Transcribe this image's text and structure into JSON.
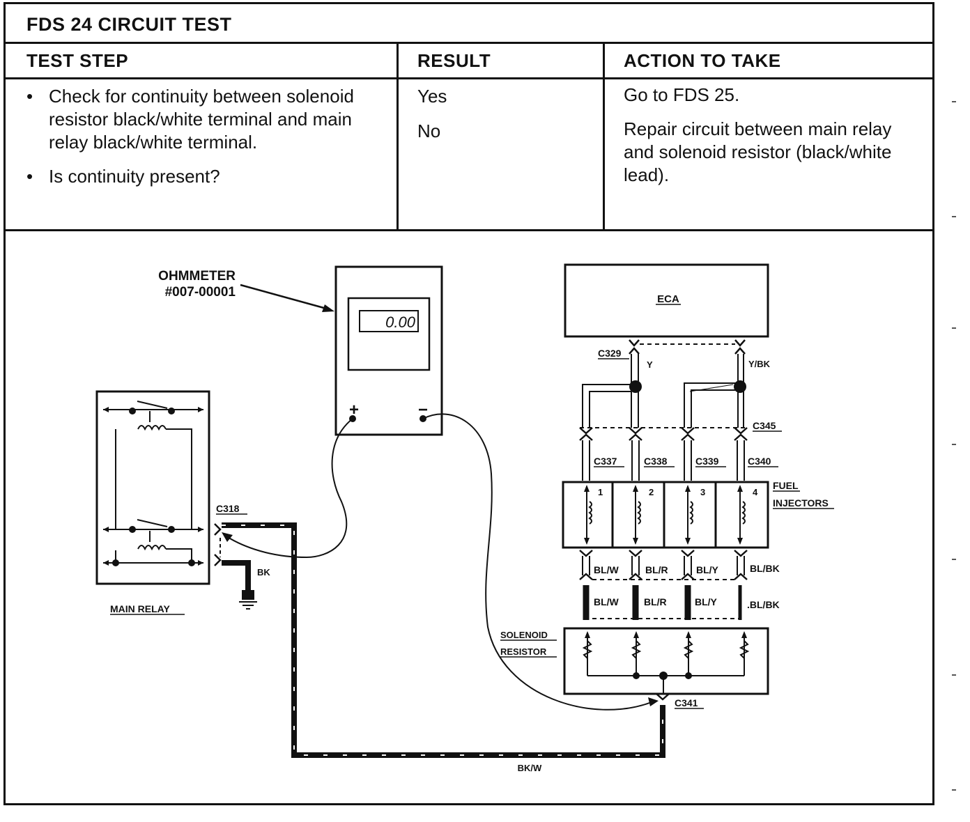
{
  "title": "FDS 24   CIRCUIT TEST",
  "columns": [
    "TEST STEP",
    "RESULT",
    "ACTION TO TAKE"
  ],
  "test_steps": [
    "Check for continuity between solenoid resistor black/white terminal and main relay black/white terminal.",
    "Is continuity present?"
  ],
  "results": [
    "Yes",
    "No"
  ],
  "actions": [
    "Go to FDS 25.",
    "Repair circuit between main relay and solenoid resistor (black/white lead)."
  ],
  "diagram": {
    "ohmmeter_label": "OHMMETER",
    "ohmmeter_part": "#007-00001",
    "meter_display": "0.00",
    "meter_plus": "+",
    "meter_minus": "−",
    "eca_label": "ECA",
    "main_relay_label": "MAIN RELAY",
    "fuel_injectors_label_1": "FUEL",
    "fuel_injectors_label_2": "INJECTORS",
    "solenoid_resistor_label_1": "SOLENOID",
    "solenoid_resistor_label_2": "RESISTOR",
    "connectors": {
      "c329": "C329",
      "c345": "C345",
      "c337": "C337",
      "c338": "C338",
      "c339": "C339",
      "c340": "C340",
      "c318": "C318",
      "c341": "C341"
    },
    "wires": {
      "y": "Y",
      "ybk": "Y/BK",
      "bk": "BK",
      "bkw": "BK/W",
      "blw": "BL/W",
      "blr": "BL/R",
      "bly": "BL/Y",
      "blbk": "BL/BK",
      "blw2": "BL/W",
      "blr2": "BL/R",
      "bly2": "BL/Y",
      "blbk2": ".BL/BK"
    },
    "injector_numbers": [
      "1",
      "2",
      "3",
      "4"
    ]
  }
}
